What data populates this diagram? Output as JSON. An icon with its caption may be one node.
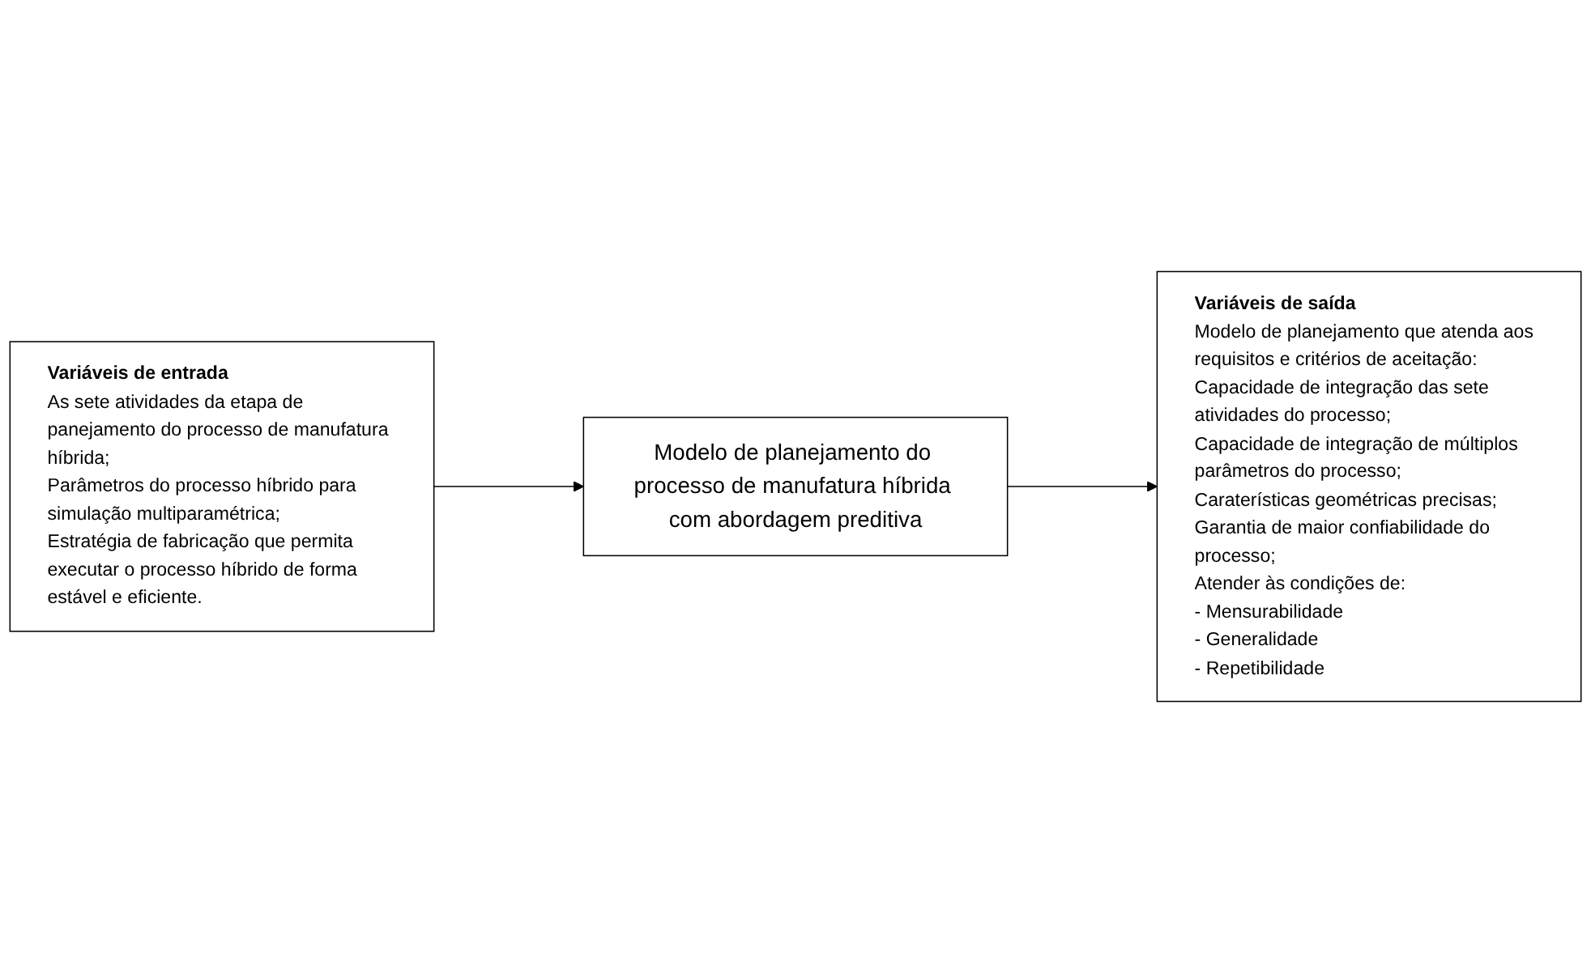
{
  "diagram": {
    "nodes": [
      {
        "text": [
          "Variáveis de entrada",
          "As sete atividades da etapa de panejamento do processo de manufatura híbrida;",
          "Parâmetros do processo híbrido para simulação multiparamétrica;",
          "Estratégia de fabricação que permita executar o processo híbrido de forma estável e eficiente."
        ]
      },
      {
        "text": [
          "Modelo de planejamento do processo de manufatura híbrida com abordagem preditiva"
        ]
      },
      {
        "text": [
          "Variáveis de saída",
          "Modelo de planejamento que atenda aos requisitos e critérios de aceitação:",
          "Capacidade de integração das sete atividades do processo;",
          "Capacidade de integração de múltiplos parâmetros do processo;",
          "Caraterísticas geométricas precisas;",
          "Garantia de maior confiabilidade do processo;",
          "Atender às condições de:",
          "- Mensurabilidade",
          "- Generalidade",
          "- Repetibilidade"
        ]
      }
    ],
    "edges": [
      {
        "from": 0,
        "to": 1,
        "arrow": "to"
      },
      {
        "from": 1,
        "to": 2,
        "arrow": "to"
      }
    ]
  }
}
